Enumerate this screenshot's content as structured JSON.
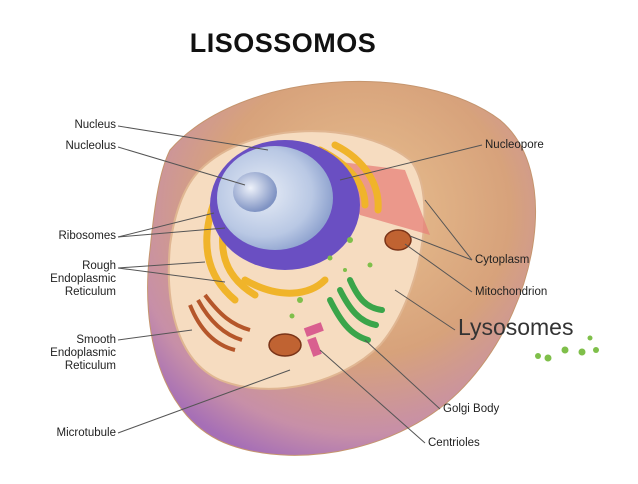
{
  "title": "LISOSSOMOS",
  "labels": {
    "nucleus": "Nucleus",
    "nucleolus": "Nucleolus",
    "ribosomes": "Ribosomes",
    "rough_er": "Rough\nEndoplasmic\nReticulum",
    "smooth_er": "Smooth\nEndoplasmic\nReticulum",
    "microtubule": "Microtubule",
    "nucleopore": "Nucleopore",
    "cytoplasm": "Cytoplasm",
    "mitochondrion": "Mitochondrion",
    "lysosomes": "Lysosomes",
    "golgi": "Golgi Body",
    "centrioles": "Centrioles"
  },
  "colors": {
    "membrane_outer": "#d9a878",
    "cytoplasm": "#f7dfc0",
    "nuclear_envelope": "#6a4fc2",
    "nucleus_inner": "#aebfe0",
    "rough_er": "#f0b42a",
    "golgi": "#3aa54a",
    "mitochondrion": "#b5562a",
    "lysosome": "#7fbf4a",
    "line": "#555555"
  }
}
